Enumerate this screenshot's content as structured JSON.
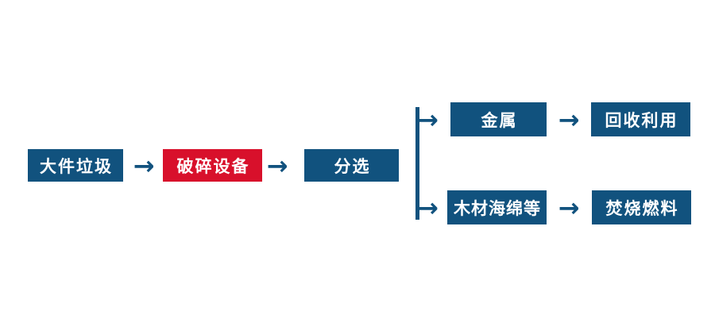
{
  "diagram": {
    "title": "bulky-waste-processing-flowchart",
    "arrow_glyph": "→",
    "colors": {
      "node_blue": "#11527E",
      "node_red": "#D8102B",
      "connector_blue": "#11527E",
      "node_text": "#FFFFFF",
      "canvas_bg": "#FFFFFF"
    },
    "nodes": {
      "bulky_waste": {
        "label": "大件垃圾",
        "color": "blue"
      },
      "crushing_equipment": {
        "label": "破碎设备",
        "color": "red"
      },
      "sorting": {
        "label": "分选",
        "color": "blue"
      },
      "metal": {
        "label": "金属",
        "color": "blue"
      },
      "recycling": {
        "label": "回收利用",
        "color": "blue"
      },
      "wood_sponge": {
        "label": "木材海绵等",
        "color": "blue"
      },
      "incineration_fuel": {
        "label": "焚烧燃料",
        "color": "blue"
      }
    },
    "edges": [
      {
        "from": "大件垃圾",
        "to": "破碎设备"
      },
      {
        "from": "破碎设备",
        "to": "分选"
      },
      {
        "from": "分选",
        "to": "金属"
      },
      {
        "from": "分选",
        "to": "木材海绵等"
      },
      {
        "from": "金属",
        "to": "回收利用"
      },
      {
        "from": "木材海绵等",
        "to": "焚烧燃料"
      }
    ]
  }
}
